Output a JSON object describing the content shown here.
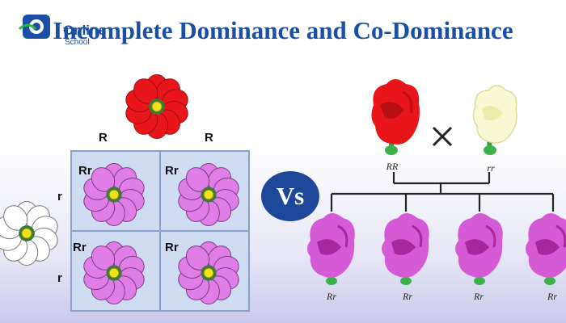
{
  "title": "Incomplete Dominance and Co-Dominance",
  "logo": {
    "text": "Online",
    "sub": "School"
  },
  "punnett": {
    "top_alleles": [
      "R",
      "R"
    ],
    "side_alleles": [
      "r",
      "r"
    ],
    "cells": [
      "Rr",
      "Rr",
      "Rr",
      "Rr"
    ]
  },
  "vs_label": "Vs",
  "snapdragon": {
    "parents": [
      "RR",
      "rr"
    ],
    "cross_symbol": "×",
    "offspring": [
      "Rr",
      "Rr",
      "Rr",
      "Rr"
    ]
  },
  "colors": {
    "title": "#1b4fa3",
    "red_flower": "#e8161b",
    "white_flower": "#ffffff",
    "pink_flower": "#e07de6",
    "vs_badge": "#1d4799"
  }
}
